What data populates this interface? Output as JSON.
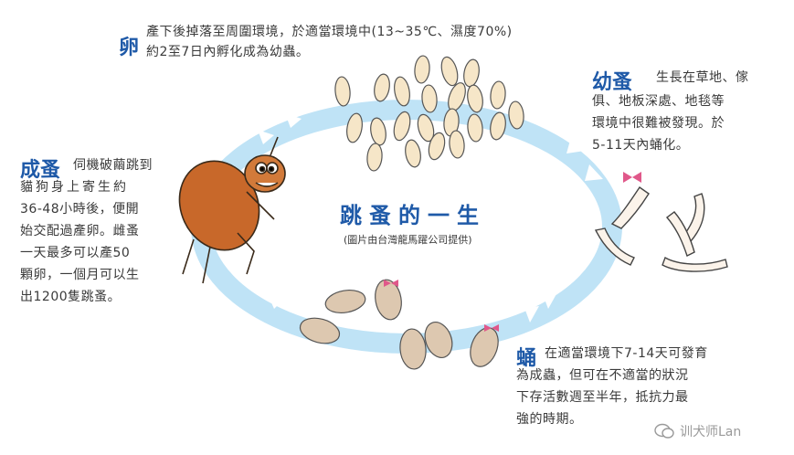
{
  "center": {
    "title": "跳蚤的一生",
    "credit": "(圖片由台灣龍馬躍公司提供)"
  },
  "egg": {
    "title": "卵",
    "lines": [
      "產下後掉落至周圍環境，於適當環境中(13~35℃、濕度70%)",
      "約2至7日內孵化成為幼蟲。"
    ]
  },
  "larva": {
    "title": "幼蚤",
    "lines": [
      "生長在草地、傢",
      "俱、地板深處、地毯等",
      "環境中很難被發現。於",
      "5-11天內蛹化。"
    ]
  },
  "adult": {
    "title": "成蚤",
    "lines": [
      "伺機破繭跳到",
      "貓狗身上寄生約",
      "36-48小時後，便開",
      "始交配過產卵。雌蚤",
      "一天最多可以產50",
      "顆卵，一個月可以生",
      "出1200隻跳蚤。"
    ]
  },
  "pupa": {
    "title": "蛹",
    "lines": [
      "在適當環境下7-14天可發育",
      "為成蟲，但可在不適當的狀況",
      "下存活數週至半年，抵抗力最",
      "強的時期。"
    ]
  },
  "watermark": {
    "text": "训犬师Lan"
  },
  "colors": {
    "ring": "#bfe3f6",
    "arrow": "#ffffff",
    "title": "#1f5aa8",
    "egg": "#f6e6c8",
    "flea": "#c8682a"
  }
}
